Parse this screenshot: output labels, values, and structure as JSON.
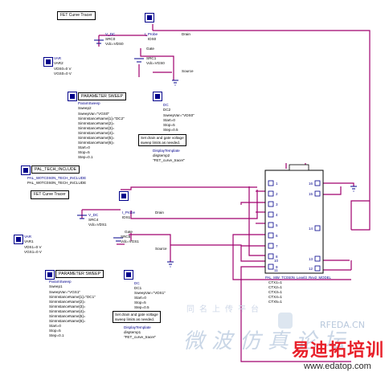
{
  "colors": {
    "wire": "#a0006e",
    "component": "#00008b",
    "text": "#000000",
    "brand": "#e8202a"
  },
  "top": {
    "title": "FET Curve Tracer",
    "probe": {
      "name": "I_Probe",
      "inst": "IDS0"
    },
    "vdc": {
      "name": "V_DC",
      "inst": "SRC0",
      "value": "Vdc=VDS0"
    },
    "vgs": {
      "inst": "SRC1",
      "value": "Vdc=VGS0"
    },
    "labels": {
      "drain": "Drain",
      "gate": "Gate",
      "source": "Source"
    },
    "var": {
      "kind": "VAR",
      "inst": "VAR2",
      "lines": [
        "VDS0=0 V",
        "VGS0=0 V"
      ]
    },
    "sweep": {
      "title": "PARAMETER SWEEP",
      "kind": "ParamSweep",
      "inst": "Sweep2",
      "lines": [
        "SweepVar=\"VGS0\"",
        "SimInstanceName[1]=\"DC2\"",
        "SimInstanceName[2]=",
        "SimInstanceName[3]=",
        "SimInstanceName[4]=",
        "SimInstanceName[5]=",
        "SimInstanceName[6]=",
        "Start=0",
        "Stop=5",
        "Step=0.1"
      ]
    },
    "dc": {
      "kind": "DC",
      "inst": "DC2",
      "lines": [
        "SweepVar=\"VDS0\"",
        "Start=0",
        "Stop=5",
        "Step=0.5"
      ]
    },
    "note": [
      "Set drain and gate voltage",
      "sweep limits as needed."
    ],
    "template": [
      "DisplayTemplate",
      "disptemp2",
      "\"FET_curve_tracer\""
    ],
    "include": {
      "title": "PAL_TECH_INCLUDE",
      "lines": [
        "PAL_W0TC0S0N_TECH_INCLUDE",
        "PAL_W0TC0S0N_TECH_INCLUDE"
      ]
    }
  },
  "bottom": {
    "title": "FET Curve Tracer",
    "probe": {
      "name": "I_Probe",
      "inst": "IDS1"
    },
    "vdc": {
      "name": "V_DC",
      "inst": "SRC4",
      "value": "Vdc=VDS1"
    },
    "vgs": {
      "inst": "SRC5",
      "value": "Vdc=VGS1"
    },
    "labels": {
      "drain": "Drain",
      "gate": "Gate",
      "source": "Source"
    },
    "var": {
      "kind": "VAR",
      "inst": "VAR1",
      "lines": [
        "VDS1=0 V",
        "VGS1=0 V"
      ]
    },
    "sweep": {
      "title": "PARAMETER SWEEP",
      "kind": "ParamSweep",
      "inst": "Sweep1",
      "lines": [
        "SweepVar=\"VGS1\"",
        "SimInstanceName[1]=\"DC1\"",
        "SimInstanceName[2]=",
        "SimInstanceName[3]=",
        "SimInstanceName[4]=",
        "SimInstanceName[5]=",
        "SimInstanceName[6]=",
        "Start=0",
        "Stop=5",
        "Step=0.1"
      ]
    },
    "dc": {
      "kind": "DC",
      "inst": "DC1",
      "lines": [
        "SweepVar=\"VDS1\"",
        "Start=0",
        "Stop=5",
        "Step=0.5"
      ]
    },
    "note": [
      "Set drain and gate voltage",
      "sweep limits as needed."
    ],
    "template": [
      "DisplayTemplate",
      "disptemp1",
      "\"FET_curve_tracer\""
    ]
  },
  "chip": {
    "pins_left": [
      "1",
      "2",
      "3",
      "4",
      "5",
      "6",
      "7",
      "8",
      "9",
      "10",
      "11"
    ],
    "pins_right": [
      "16",
      "15",
      "14",
      "13",
      "12"
    ],
    "label": "PAL_MW_TC0S0N_Level3_Rev2_MODEL",
    "params": [
      "CTX1=1",
      "CTX2=1",
      "CTX3=1",
      "CTX4=1",
      "CTX5=1"
    ]
  },
  "watermark": {
    "site": "RFEDA.CN",
    "line1": "同名上传平台",
    "line2": "微波仿真论坛",
    "brand": "易迪拓培训",
    "url": "www.edatop.com"
  }
}
